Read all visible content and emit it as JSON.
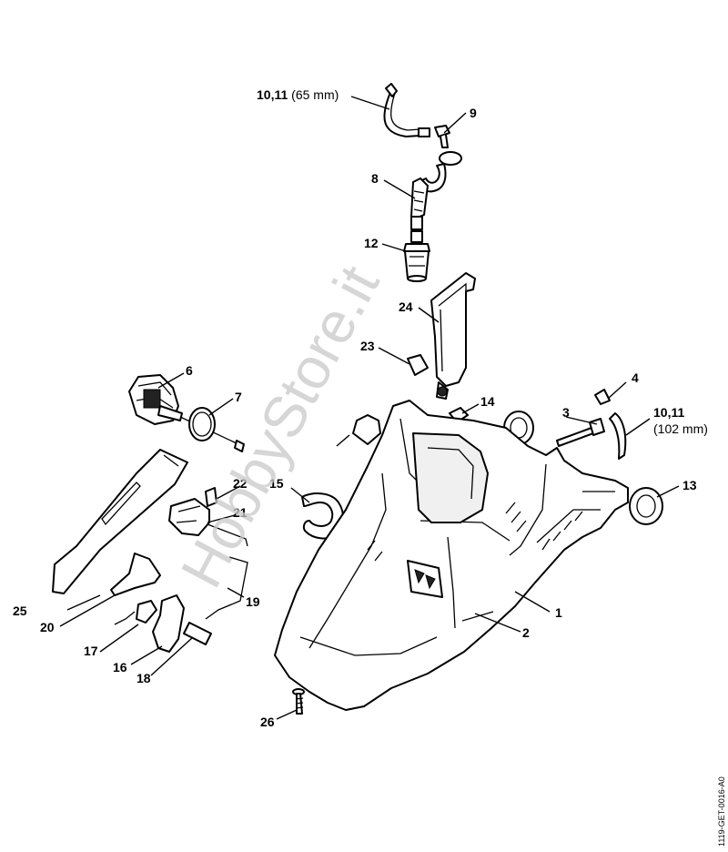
{
  "callouts": {
    "c1": "1",
    "c2": "2",
    "c3": "3",
    "c4": "4",
    "c6": "6",
    "c7": "7",
    "c8": "8",
    "c9": "9",
    "c12": "12",
    "c13": "13",
    "c14": "14",
    "c15": "15",
    "c16": "16",
    "c17": "17",
    "c18": "18",
    "c19": "19",
    "c20": "20",
    "c21": "21",
    "c22": "22",
    "c23": "23",
    "c24": "24",
    "c25": "25",
    "c26": "26"
  },
  "hose_top": {
    "part": "10,11",
    "length": "(65 mm)"
  },
  "hose_right": {
    "part": "10,11",
    "length": "(102 mm)"
  },
  "watermark": "HobbyStore.it",
  "drawing_code": "1119-GET-0016-A0"
}
